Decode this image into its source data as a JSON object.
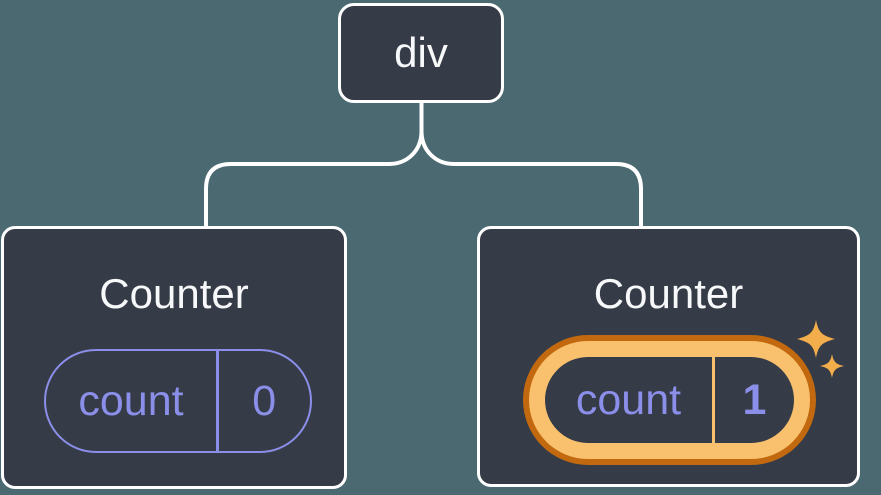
{
  "diagram": {
    "description": "component tree",
    "root": {
      "label": "div"
    },
    "children": [
      {
        "title": "Counter",
        "state": {
          "name": "count",
          "value": "0"
        },
        "highlighted": false
      },
      {
        "title": "Counter",
        "state": {
          "name": "count",
          "value": "1"
        },
        "highlighted": true
      }
    ],
    "icons": [
      "sparkle-icon-large",
      "sparkle-icon-small"
    ]
  },
  "colors": {
    "canvas-bg": "#4b6971",
    "node-bg": "#353b47",
    "node-border": "#ffffff",
    "line": "#ffffff",
    "text-primary": "#f7f8f9",
    "state-accent": "#8b8fe9",
    "highlight-outer": "#c2690f",
    "highlight-inner": "#f9c16d",
    "sparkle": "#f3ae4c"
  }
}
